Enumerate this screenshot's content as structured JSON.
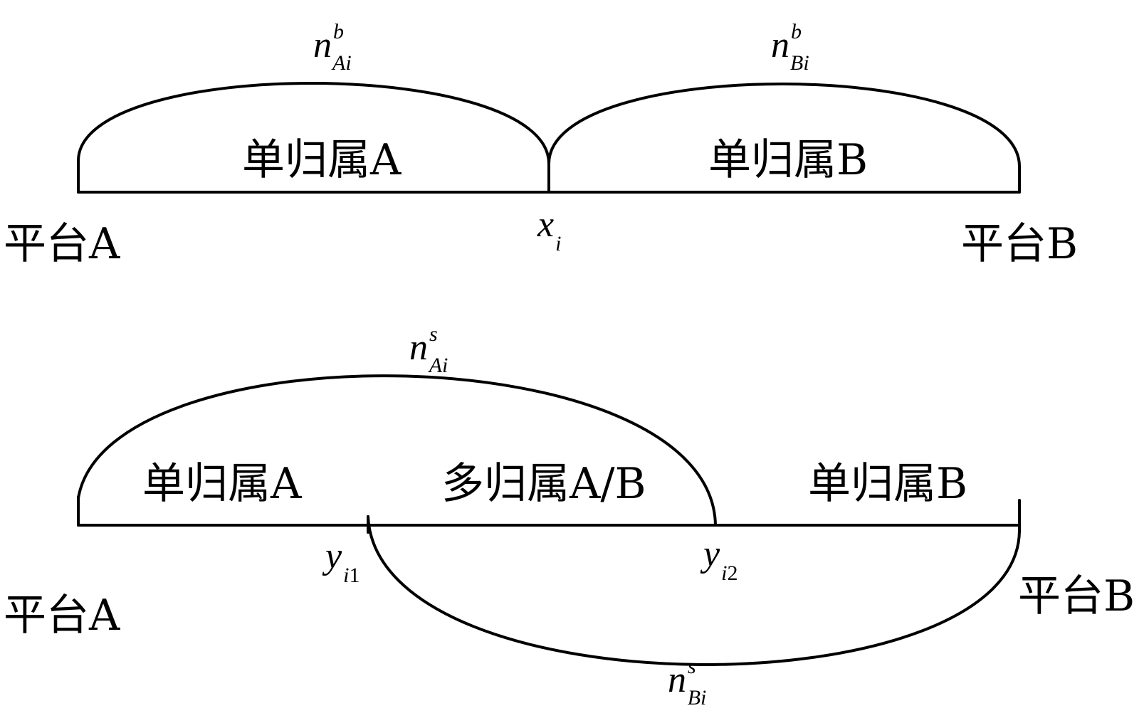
{
  "colors": {
    "ink": "#000000",
    "background": "#ffffff"
  },
  "top": {
    "arc_left": {
      "base": "n",
      "sup": "b",
      "sub": "Ai"
    },
    "arc_right": {
      "base": "n",
      "sup": "b",
      "sub": "Bi"
    },
    "region_left": "单归属A",
    "region_right": "单归属B",
    "split_point": {
      "base": "x",
      "sub": "i"
    },
    "endpoint_left": "平台A",
    "endpoint_right": "平台B"
  },
  "bottom": {
    "arc_upper": {
      "base": "n",
      "sup": "s",
      "sub": "Ai"
    },
    "arc_lower": {
      "base": "n",
      "sup": "s",
      "sub": "Bi"
    },
    "region_left": "单归属A",
    "region_middle": "多归属A/B",
    "region_right": "单归属B",
    "point_1": {
      "base": "y",
      "sub_italic": "i",
      "sub_plain": "1"
    },
    "point_2": {
      "base": "y",
      "sub_italic": "i",
      "sub_plain": "2"
    },
    "endpoint_left": "平台A",
    "endpoint_right": "平台B"
  }
}
